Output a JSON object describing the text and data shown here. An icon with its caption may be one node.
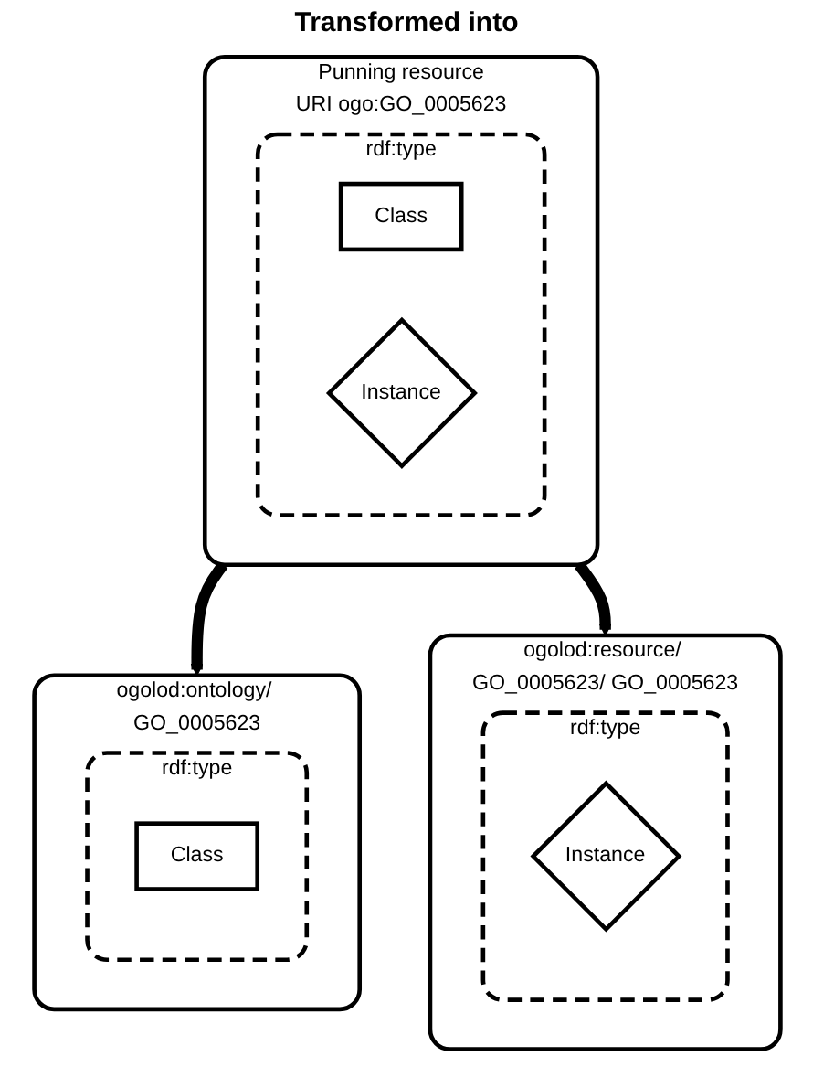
{
  "diagram": {
    "nodes": [
      {
        "text": [
          "Punning resource",
          "URI ogo:GO_0005623"
        ]
      },
      {
        "text": [
          "rdf:type"
        ],
        "in": 0
      },
      {
        "text": [
          "Class"
        ],
        "in": 1
      },
      {
        "text": [
          "Instance"
        ],
        "in": 1
      },
      {
        "text": [
          "ogolod:ontology/ GO_0005623"
        ]
      },
      {
        "text": [
          "rdf:type"
        ],
        "in": 4
      },
      {
        "text": [
          "Class"
        ],
        "in": 5
      },
      {
        "text": [
          "ogolod:resource/ GO_0005623/ GO_0005623"
        ]
      },
      {
        "text": [
          "rdf:type"
        ],
        "in": 7
      },
      {
        "text": [
          "Instance"
        ],
        "in": 8
      }
    ],
    "edges": [
      {
        "from": 0,
        "to": 4,
        "arrow": "to"
      },
      {
        "from": 0,
        "to": 7,
        "arrow": "to"
      }
    ],
    "labels": [
      "Transformed into"
    ]
  }
}
